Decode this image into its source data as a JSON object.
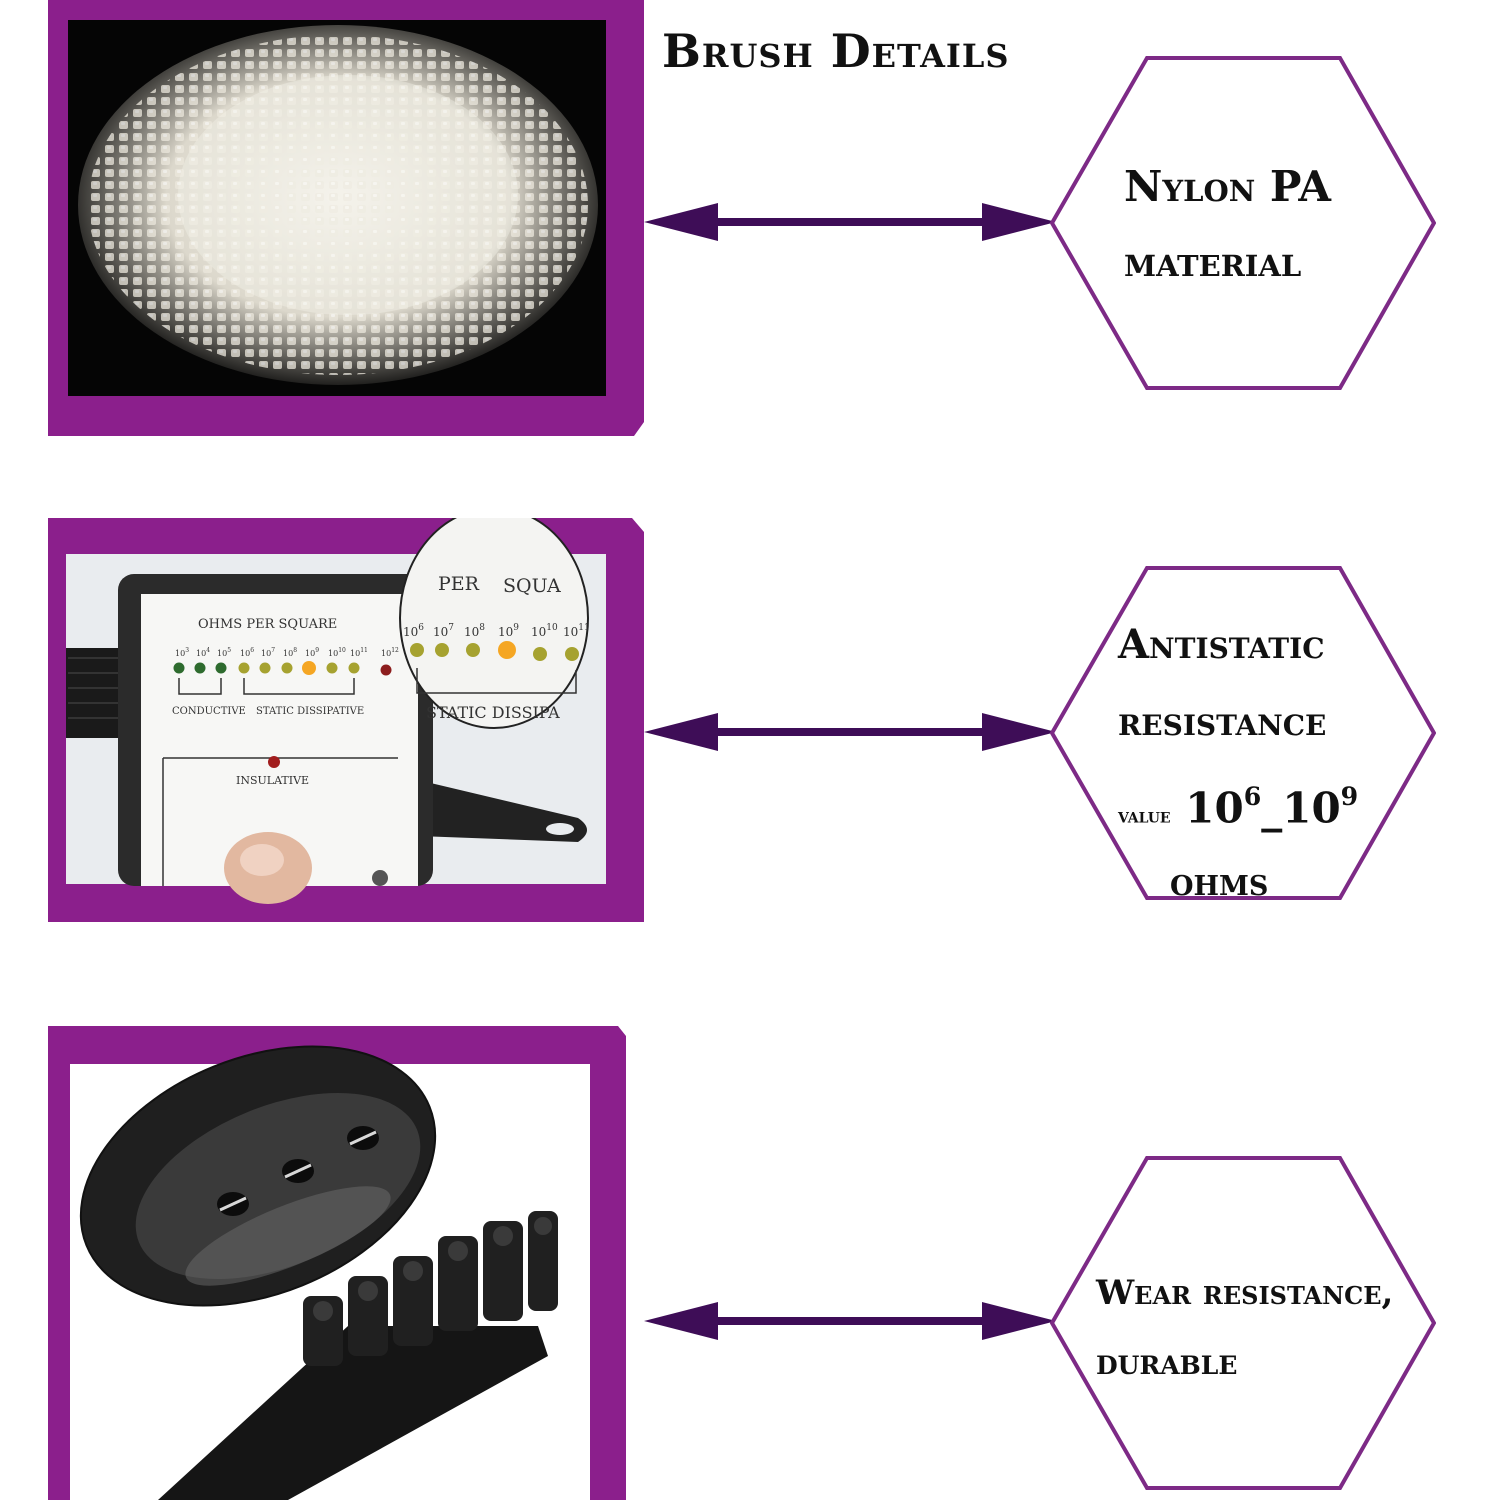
{
  "title": "Brush Details",
  "colors": {
    "frame": "#8b1f8c",
    "arrow": "#3e0d57",
    "hex_stroke": "#7d2a86",
    "text": "#111111"
  },
  "sections": [
    {
      "photo_subject": "white nylon pellets on black background",
      "label_line1": "Nylon PA",
      "label_line2": "material"
    },
    {
      "photo_subject": "surface resistance meter with indicator lights",
      "meter": {
        "header": "OHMS PER SQUARE",
        "zoom_header_1": "PER",
        "zoom_header_2": "SQUA",
        "exponents": [
          "3",
          "4",
          "5",
          "6",
          "7",
          "8",
          "9",
          "10",
          "11",
          "12"
        ],
        "zoom_exponents": [
          "6",
          "7",
          "8",
          "9",
          "10",
          "11"
        ],
        "conductive": "CONDUCTIVE",
        "static_dissipative": "STATIC DISSIPATIVE",
        "zoom_static": "STATIC DISSIPA",
        "insulative": "INSULATIVE"
      },
      "label_line1": "Antistatic",
      "label_line2": "resistance",
      "label_value_prefix": "value",
      "label_value_base": "10",
      "label_value_exp_low": "6",
      "label_value_sep": "_",
      "label_value_exp_high": "9",
      "label_unit": "ohms"
    },
    {
      "photo_subject": "black antistatic brush bristles with close-up of metal inserts",
      "label_line1": "Wear resistance,",
      "label_line2": "durable"
    }
  ]
}
